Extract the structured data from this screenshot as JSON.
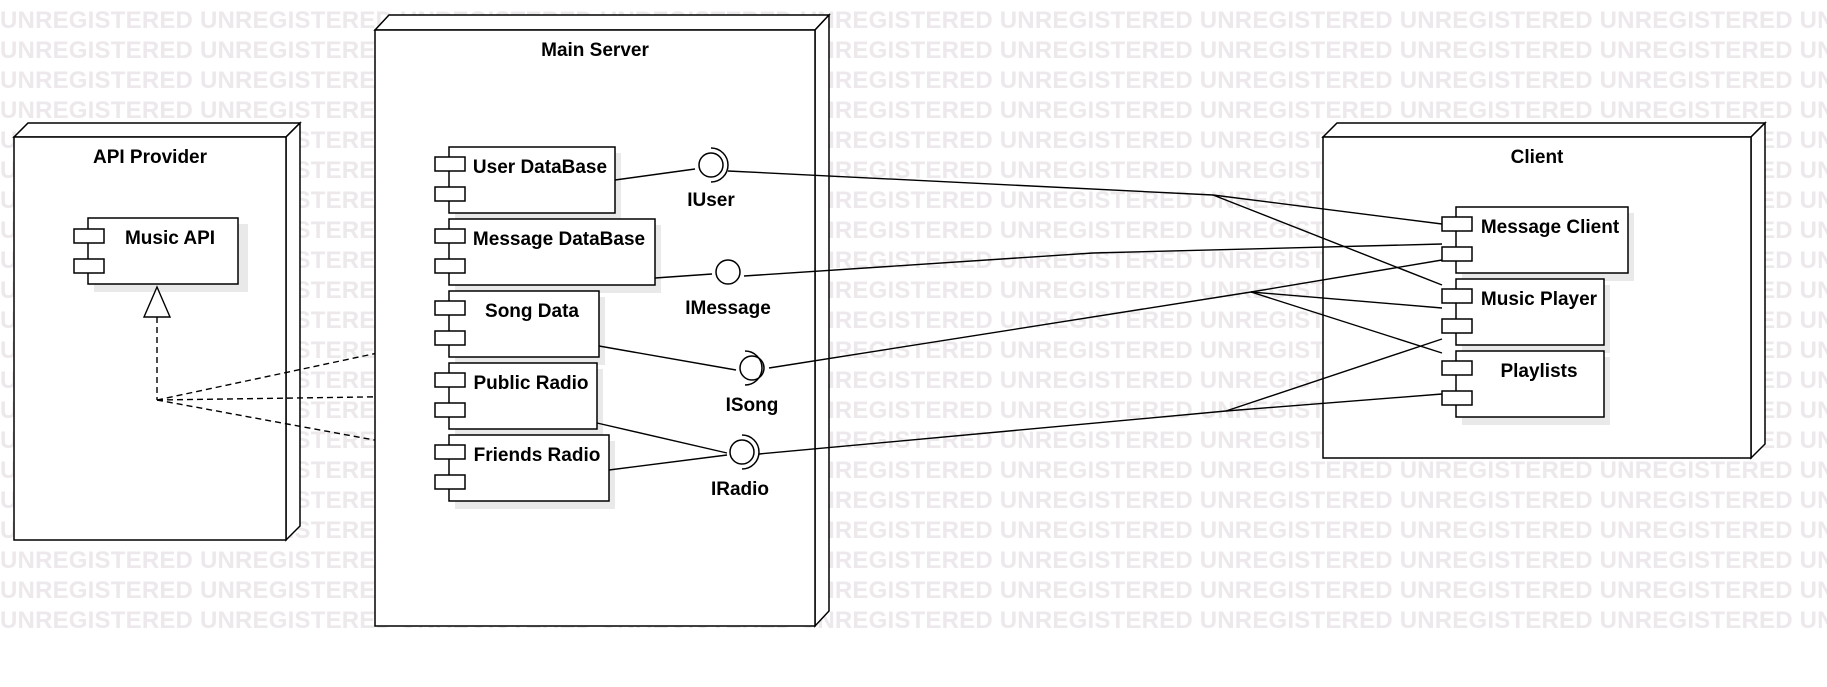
{
  "watermark": "UNREGISTERED",
  "nodes": {
    "api_provider": {
      "title": "API Provider"
    },
    "main_server": {
      "title": "Main Server"
    },
    "client": {
      "title": "Client"
    }
  },
  "components": {
    "music_api": "Music API",
    "user_database": "User DataBase",
    "message_database": "Message DataBase",
    "song_data": "Song Data",
    "public_radio": "Public Radio",
    "friends_radio": "Friends Radio",
    "message_client": "Message Client",
    "music_player": "Music Player",
    "playlists": "Playlists"
  },
  "interfaces": {
    "iuser": "IUser",
    "imessage": "IMessage",
    "isong": "ISong",
    "iradio": "IRadio"
  }
}
